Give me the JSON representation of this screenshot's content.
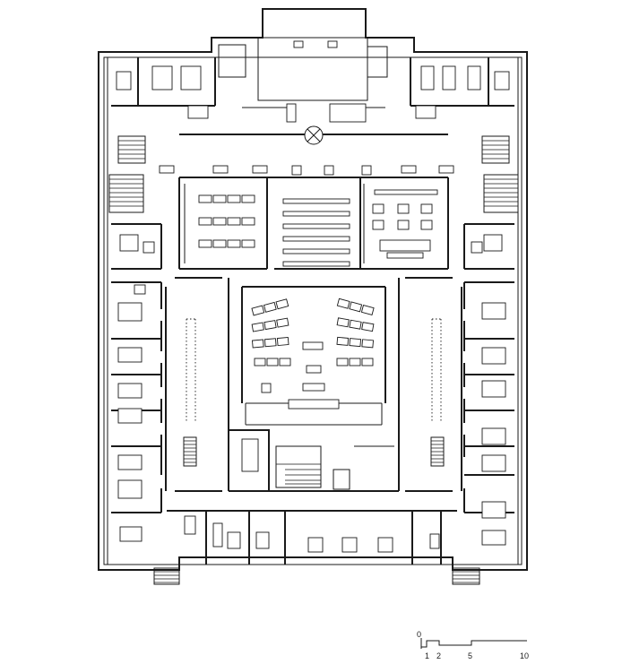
{
  "scale_bar": {
    "ticks": [
      "0",
      "1",
      "2",
      "5",
      "10"
    ]
  }
}
